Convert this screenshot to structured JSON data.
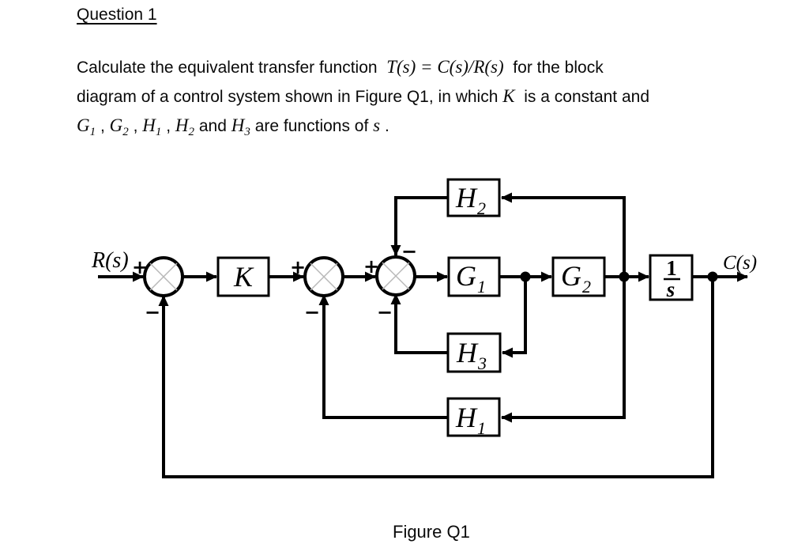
{
  "document": {
    "heading": "Question 1",
    "line1": {
      "pre": "Calculate the equivalent transfer function  ",
      "math": "T(s) = C(s)/R(s)",
      "post": "  for the block"
    },
    "line2": {
      "pre": "diagram of a control system shown in Figure Q1, in which ",
      "math": "K",
      "post": "  is a constant and"
    },
    "line3": {
      "m1": "G",
      "s1": "1",
      "sep1": " , ",
      "m2": "G",
      "s2": "2",
      "sep2": " , ",
      "m3": "H",
      "s3": "1",
      "sep3": " , ",
      "m4": "H",
      "s4": "2",
      "sep4": " and ",
      "m5": "H",
      "s5": "3",
      "tail": " are functions of ",
      "m6": "s",
      "end": " ."
    },
    "caption": "Figure Q1"
  },
  "diagram": {
    "input_label": "R(s)",
    "output_label": "C(s)",
    "blocks": {
      "k": {
        "label": "K"
      },
      "g1": {
        "main": "G",
        "sub": "1"
      },
      "g2": {
        "main": "G",
        "sub": "2"
      },
      "h1": {
        "main": "H",
        "sub": "1"
      },
      "h2": {
        "main": "H",
        "sub": "2"
      },
      "h3": {
        "main": "H",
        "sub": "3"
      },
      "integrator": {
        "numerator": "1",
        "denominator": "s"
      }
    },
    "signs": {
      "j1_plus": "+",
      "j1_minus": "−",
      "j2_plus": "+",
      "j2_minus": "−",
      "j3_plus": "+",
      "j3_minus_top": "−",
      "j3_minus_bottom": "−"
    },
    "topology": {
      "forward_path": [
        "R(s)",
        "sum1",
        "K",
        "sum2",
        "sum3",
        "G1",
        "G2",
        "1/s",
        "C(s)"
      ],
      "feedback_paths": [
        {
          "through": "H2",
          "pickoff": "after G2",
          "enters": "sum3 top",
          "sign": "−"
        },
        {
          "through": "H3",
          "pickoff": "after G1",
          "enters": "sum3 bottom",
          "sign": "−"
        },
        {
          "through": "H1",
          "pickoff": "after G2",
          "enters": "sum2 bottom",
          "sign": "−"
        },
        {
          "through": "unity",
          "pickoff": "after 1/s (C)",
          "enters": "sum1 bottom",
          "sign": "−"
        }
      ]
    },
    "colors": {
      "wire": "#000000",
      "junction_cross": "#b8b8b8",
      "block_fill": "#ffffff",
      "background": "#ffffff"
    }
  }
}
